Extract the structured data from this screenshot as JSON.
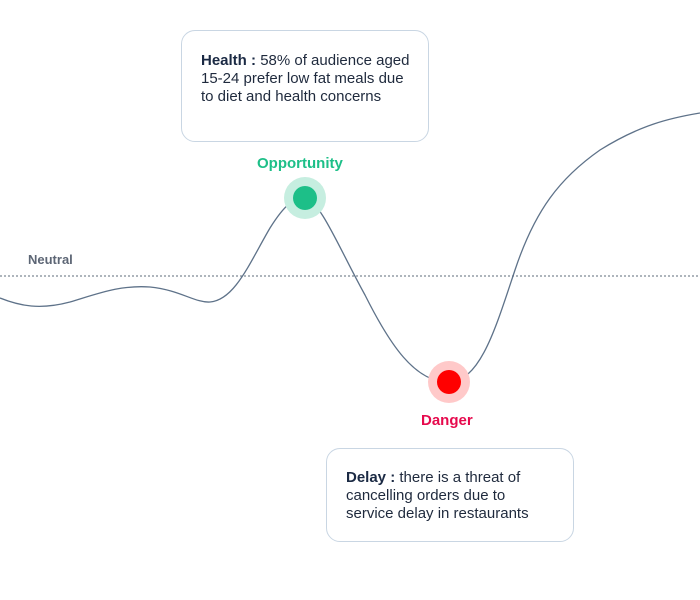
{
  "neutral": {
    "label": "Neutral"
  },
  "points": [
    {
      "id": "opportunity",
      "label": "Opportunity",
      "color": "#1dbf88",
      "halo": "#c6eee0",
      "card": {
        "title": "Health :",
        "text": "58% of audience aged 15-24 prefer low fat meals due to diet and health concerns"
      }
    },
    {
      "id": "danger",
      "label": "Danger",
      "color": "#ff0000",
      "halo": "#ffc9c9",
      "label_color": "#e60a4d",
      "card": {
        "title": "Delay :",
        "text": "there is a threat of cancelling orders due to service delay in restaurants"
      }
    }
  ],
  "colors": {
    "curve": "#5e7289",
    "neutral_line": "#5e6b7a"
  }
}
